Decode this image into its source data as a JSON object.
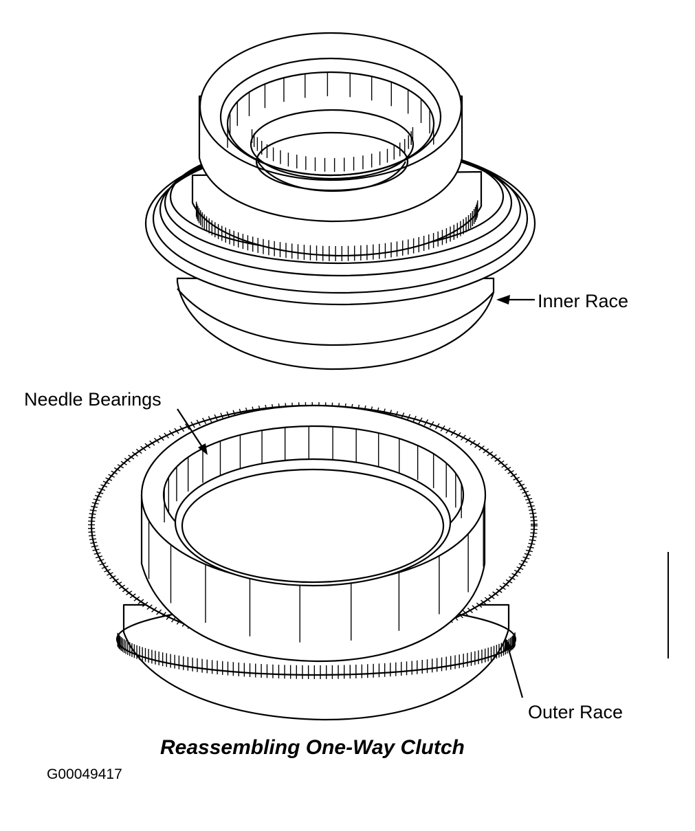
{
  "figure": {
    "labels": {
      "inner_race": "Inner Race",
      "needle_bearings": "Needle Bearings",
      "outer_race": "Outer Race"
    },
    "caption": "Reassembling One-Way Clutch",
    "figure_code": "G00049417"
  },
  "colors": {
    "ink": "#000000",
    "paper": "#ffffff"
  }
}
